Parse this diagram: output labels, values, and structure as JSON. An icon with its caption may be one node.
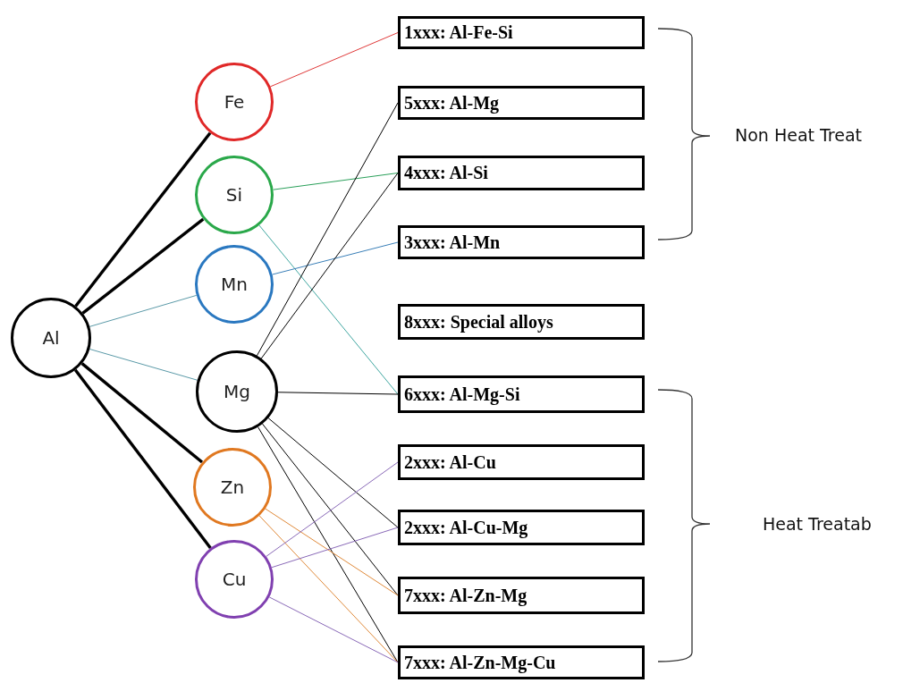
{
  "diagram": {
    "nodes": [
      {
        "text": [
          "Al"
        ]
      },
      {
        "text": [
          "Fe"
        ]
      },
      {
        "text": [
          "Si"
        ]
      },
      {
        "text": [
          "Mn"
        ]
      },
      {
        "text": [
          "Mg"
        ]
      },
      {
        "text": [
          "Zn"
        ]
      },
      {
        "text": [
          "Cu"
        ]
      },
      {
        "text": [
          "1xxx: Al-Fe-Si"
        ]
      },
      {
        "text": [
          "5xxx: Al-Mg"
        ]
      },
      {
        "text": [
          "4xxx: Al-Si"
        ]
      },
      {
        "text": [
          "3xxx: Al-Mn"
        ]
      },
      {
        "text": [
          "8xxx: Special alloys"
        ]
      },
      {
        "text": [
          "6xxx: Al-Mg-Si"
        ]
      },
      {
        "text": [
          "2xxx: Al-Cu"
        ]
      },
      {
        "text": [
          "2xxx: Al-Cu-Mg"
        ]
      },
      {
        "text": [
          "7xxx: Al-Zn-Mg"
        ]
      },
      {
        "text": [
          "7xxx: Al-Zn-Mg-Cu"
        ]
      }
    ],
    "edges": [
      {
        "from": 0,
        "to": 1,
        "arrow": "none",
        "style": "thick"
      },
      {
        "from": 0,
        "to": 2,
        "arrow": "none",
        "style": "thick"
      },
      {
        "from": 0,
        "to": 3,
        "arrow": "none",
        "color": "#5b9aa8"
      },
      {
        "from": 0,
        "to": 4,
        "arrow": "none",
        "color": "#5b9aa8"
      },
      {
        "from": 0,
        "to": 5,
        "arrow": "none",
        "style": "thick"
      },
      {
        "from": 0,
        "to": 6,
        "arrow": "none",
        "style": "thick"
      },
      {
        "from": 1,
        "to": 7,
        "arrow": "none",
        "color": "#e03a3a"
      },
      {
        "from": 2,
        "to": 9,
        "arrow": "none",
        "color": "#2aa05a"
      },
      {
        "from": 2,
        "to": 12,
        "arrow": "none",
        "color": "#3fa6a0"
      },
      {
        "from": 3,
        "to": 10,
        "arrow": "none",
        "color": "#3a7fb8"
      },
      {
        "from": 4,
        "to": 8,
        "arrow": "none"
      },
      {
        "from": 4,
        "to": 9,
        "arrow": "none"
      },
      {
        "from": 4,
        "to": 12,
        "arrow": "none"
      },
      {
        "from": 4,
        "to": 14,
        "arrow": "none"
      },
      {
        "from": 4,
        "to": 15,
        "arrow": "none"
      },
      {
        "from": 4,
        "to": 16,
        "arrow": "none"
      },
      {
        "from": 5,
        "to": 15,
        "arrow": "none",
        "color": "#e08a3a"
      },
      {
        "from": 5,
        "to": 16,
        "arrow": "none",
        "color": "#e08a3a"
      },
      {
        "from": 6,
        "to": 13,
        "arrow": "none",
        "color": "#8a6ab8"
      },
      {
        "from": 6,
        "to": 14,
        "arrow": "none",
        "color": "#8a6ab8"
      },
      {
        "from": 6,
        "to": 16,
        "arrow": "none",
        "color": "#8a6ab8"
      }
    ],
    "labels": [
      "Non Heat Treat",
      "Heat Treatab"
    ]
  }
}
